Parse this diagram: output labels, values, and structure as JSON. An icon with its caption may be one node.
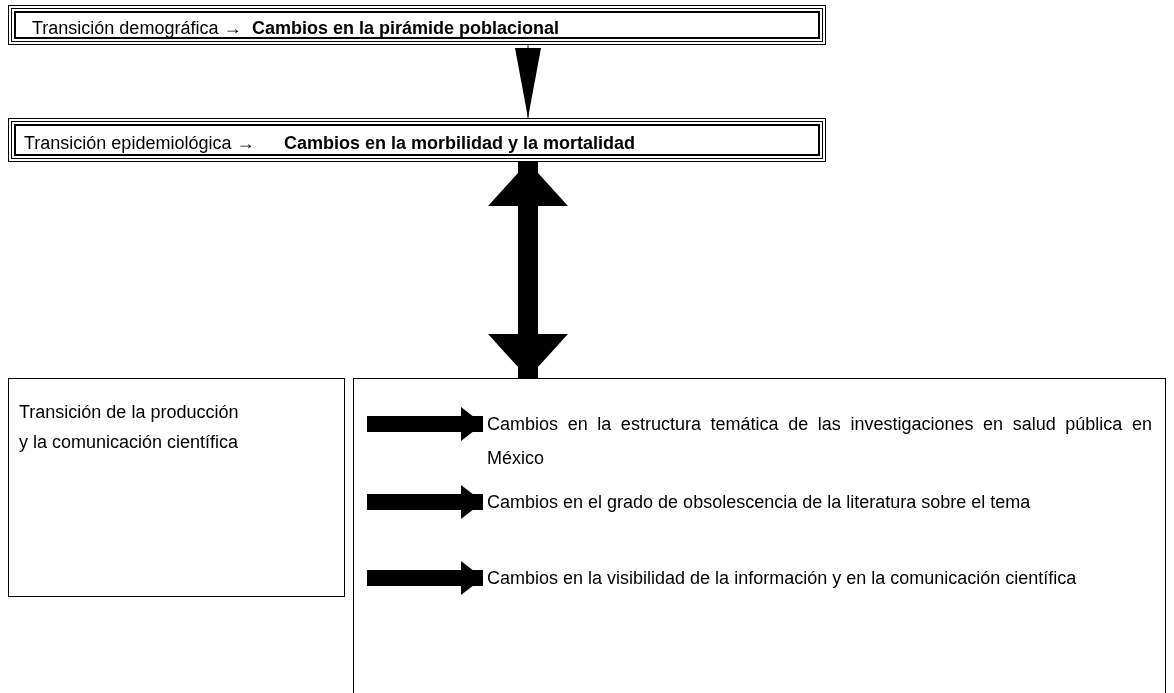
{
  "diagram": {
    "nodes": [
      {
        "text": [
          "Transición demográfica →",
          "Cambios en la pirámide poblacional"
        ]
      },
      {
        "text": [
          "Transición epidemiológica →",
          "Cambios en la morbilidad y la mortalidad"
        ]
      },
      {
        "text": [
          "Transición de la producción y la comunicación científica"
        ]
      },
      {
        "text": [],
        "shape": "box"
      },
      {
        "text": [
          "Cambios en la estructura temática de las investigaciones en salud pública en México"
        ],
        "in": 3
      },
      {
        "text": [
          "Cambios en el grado de obsolescencia de la literatura sobre el tema"
        ],
        "in": 3
      },
      {
        "text": [
          "Cambios en la visibilidad de la información y en la comunicación científica"
        ],
        "in": 3
      }
    ],
    "edges": [
      {
        "from": 0,
        "to": 1,
        "arrow": "to"
      },
      {
        "from": 1,
        "to": 3,
        "arrow": "both"
      },
      {
        "from": null,
        "to": 4,
        "arrow": "to"
      },
      {
        "from": null,
        "to": 5,
        "arrow": "to"
      },
      {
        "from": null,
        "to": 6,
        "arrow": "to"
      }
    ]
  }
}
